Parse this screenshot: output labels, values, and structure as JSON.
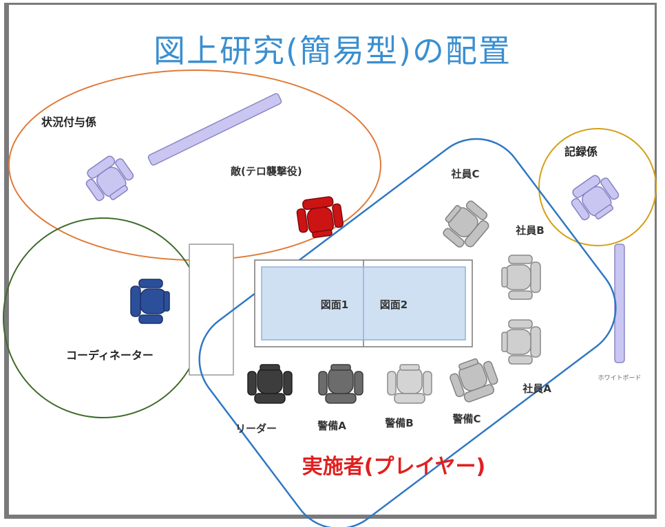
{
  "title": "図上研究(簡易型)の配置",
  "groups": {
    "situation": "状況付与係",
    "enemy": "敵(テロ襲撃役)",
    "recorder": "記録係",
    "coordinator": "コーディネーター",
    "players": "実施者(プレイヤー)"
  },
  "map": {
    "map1": "図面1",
    "map2": "図面2"
  },
  "seats": {
    "leader": "リーダー",
    "guard_a": "警備A",
    "guard_b": "警備B",
    "guard_c": "警備C",
    "staff_a": "社員A",
    "staff_b": "社員B",
    "staff_c": "社員C"
  },
  "whiteboard": "ホワイトボード",
  "colors": {
    "title": "#3b8fd0",
    "situation_circle": "#e07a3a",
    "coordinator_circle": "#3e6b2a",
    "recorder_circle": "#d4a017",
    "players_outline": "#2f77c4",
    "players_label": "#e02020",
    "enemy_chair": "#cc1414",
    "coordinator_chair": "#2c4f9a",
    "lavender_chair": "#c9c6f2",
    "table_fill": "#cfe0f3"
  }
}
